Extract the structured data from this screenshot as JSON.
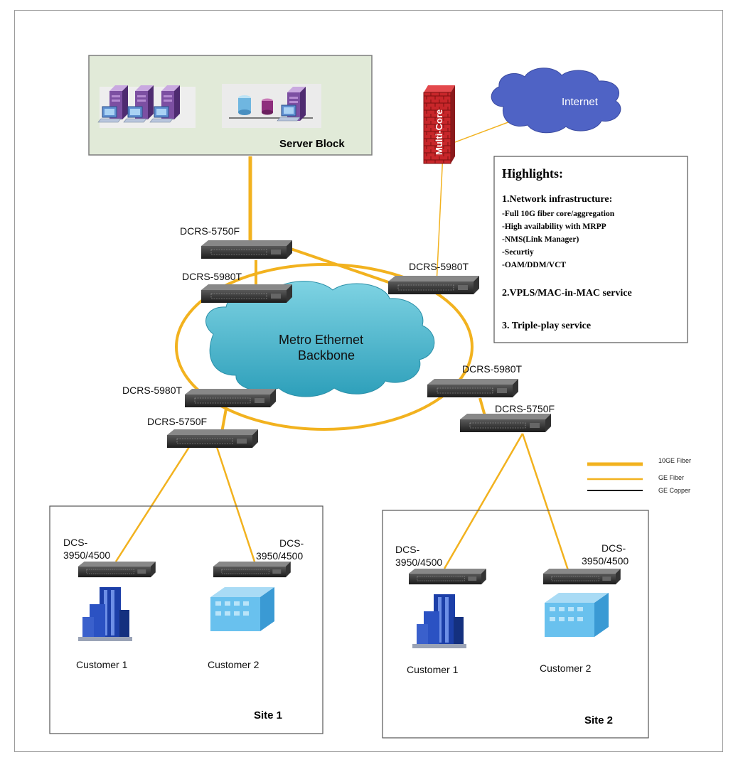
{
  "server_block": {
    "label": "Server Block"
  },
  "internet": {
    "label": "Internet"
  },
  "firewall": {
    "label": "Multi-Core"
  },
  "cloud": {
    "line1": "Metro Ethernet",
    "line2": "Backbone"
  },
  "switches": {
    "core_5750_top": "DCRS-5750F",
    "core_5980_top_left": "DCRS-5980T",
    "core_5980_top_right": "DCRS-5980T",
    "agg_5980_left": "DCRS-5980T",
    "agg_5750_left": "DCRS-5750F",
    "agg_5980_right": "DCRS-5980T",
    "agg_5750_right": "DCRS-5750F"
  },
  "highlights": {
    "title": "Highlights:",
    "section1": "1.Network infrastructure:",
    "bullets": [
      "-Full 10G fiber core/aggregation",
      "-High availability with MRPP",
      "-NMS(Link Manager)",
      "-Securtiy",
      "-OAM/DDM/VCT"
    ],
    "section2": "2.VPLS/MAC-in-MAC service",
    "section3": "3. Triple-play service"
  },
  "legend": {
    "items": [
      "10GE Fiber",
      "GE Fiber",
      "GE Copper"
    ],
    "colors": {
      "fiber": "#f2b21f",
      "copper": "#111111"
    }
  },
  "sites": [
    {
      "label": "Site 1",
      "switch_left": {
        "line1": "DCS-",
        "line2": "3950/4500"
      },
      "switch_right": {
        "line1": "DCS-",
        "line2": "3950/4500"
      },
      "customers": [
        "Customer 1",
        "Customer 2"
      ]
    },
    {
      "label": "Site 2",
      "switch_left": {
        "line1": "DCS-",
        "line2": "3950/4500"
      },
      "switch_right": {
        "line1": "DCS-",
        "line2": "3950/4500"
      },
      "customers": [
        "Customer 1",
        "Customer 2"
      ]
    }
  ]
}
